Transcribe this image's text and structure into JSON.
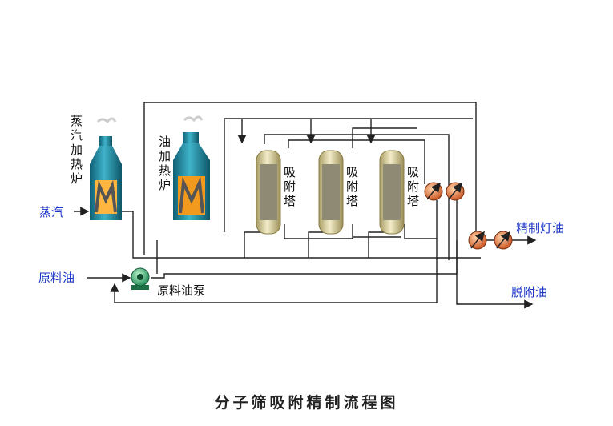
{
  "steam_furnace_label": "蒸汽加热炉",
  "oil_furnace_label": "油加热炉",
  "tower_label": "吸附塔",
  "steam_label": "蒸汽",
  "feed_oil_label": "原料油",
  "feed_pump_label": "原料油泵",
  "refined_oil_label": "精制灯油",
  "desorbed_oil_label": "脱附油",
  "title": "分子筛吸附精制流程图",
  "colors": {
    "furnace": "#1f7f97",
    "flame": "#f29a1e",
    "tower": "#d8cfa0",
    "exchanger": "#e0703a",
    "stream_label": "#1b35c8"
  }
}
